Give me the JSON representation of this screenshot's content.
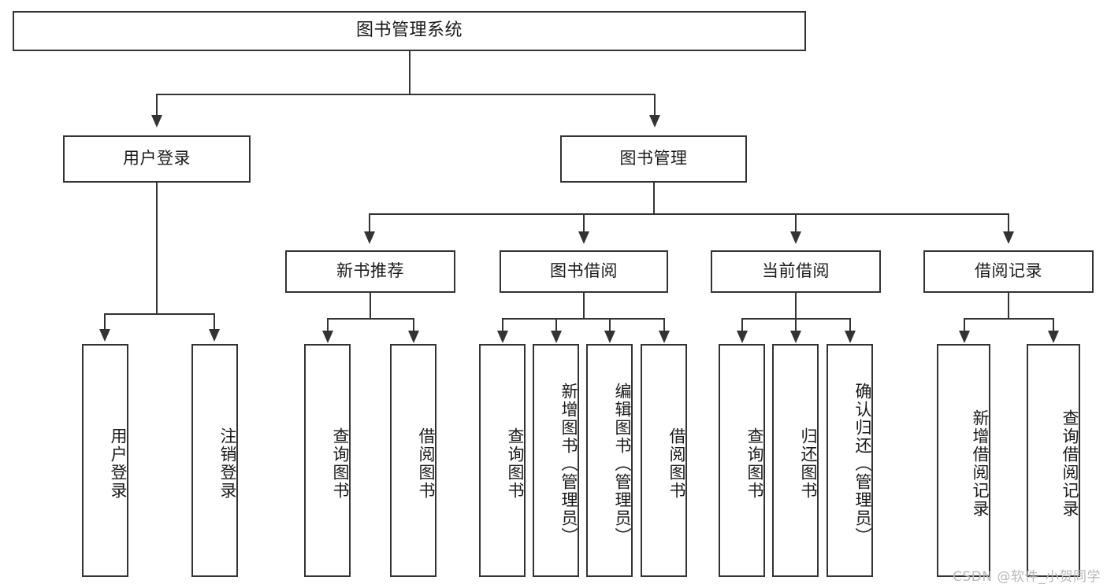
{
  "diagram": {
    "title": "图书管理系统",
    "type": "tree-hierarchy-diagram",
    "colors": {
      "stroke": "#333333",
      "fill": "#ffffff",
      "text": "#1a1a1a",
      "watermark": "#b8b8b8"
    },
    "root": {
      "label": "图书管理系统"
    },
    "level2": [
      {
        "label": "用户登录"
      },
      {
        "label": "图书管理"
      }
    ],
    "level3": [
      {
        "label": "新书推荐"
      },
      {
        "label": "图书借阅"
      },
      {
        "label": "当前借阅"
      },
      {
        "label": "借阅记录"
      }
    ],
    "leaves_user_login": [
      {
        "label": "用户登录"
      },
      {
        "label": "注销登录"
      }
    ],
    "leaves_new_book": [
      {
        "label": "查询图书"
      },
      {
        "label": "借阅图书"
      }
    ],
    "leaves_borrow": [
      {
        "label": "查询图书"
      },
      {
        "label": "新增图书（管理员）"
      },
      {
        "label": "编辑图书（管理员）"
      },
      {
        "label": "借阅图书"
      }
    ],
    "leaves_current": [
      {
        "label": "查询图书"
      },
      {
        "label": "归还图书"
      },
      {
        "label": "确认归还（管理员）"
      }
    ],
    "leaves_records": [
      {
        "label": "新增借阅记录"
      },
      {
        "label": "查询借阅记录"
      }
    ]
  },
  "watermark": {
    "text": "CSDN @软件_小贺同学"
  }
}
